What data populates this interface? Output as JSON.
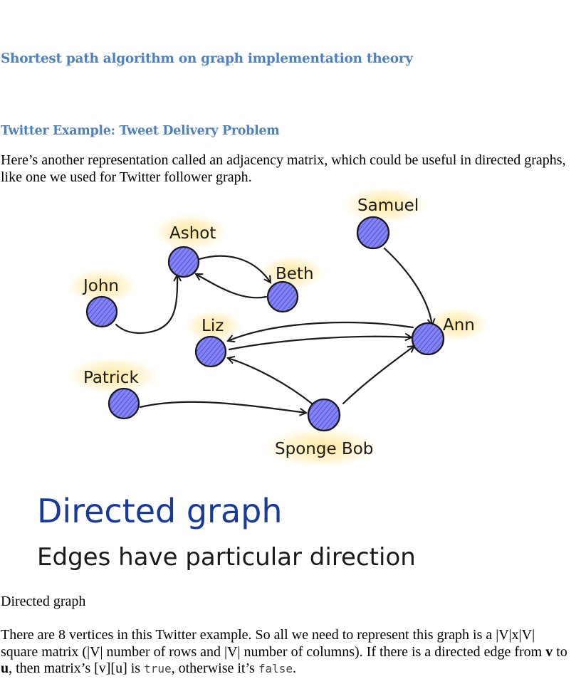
{
  "headings": {
    "main": "Shortest path algorithm on graph implementation theory",
    "section": "Twitter Example: Tweet Delivery Problem"
  },
  "intro_text": "Here’s another representation called an adjacency matrix, which could be useful in directed graphs, like one we used for Twitter follower graph.",
  "figure": {
    "title": "Directed graph",
    "subtitle": "Edges have particular direction",
    "nodes": [
      {
        "id": "ashot",
        "label": "Ashot"
      },
      {
        "id": "beth",
        "label": "Beth"
      },
      {
        "id": "john",
        "label": "John"
      },
      {
        "id": "samuel",
        "label": "Samuel"
      },
      {
        "id": "liz",
        "label": "Liz"
      },
      {
        "id": "ann",
        "label": "Ann"
      },
      {
        "id": "patrick",
        "label": "Patrick"
      },
      {
        "id": "spongebob",
        "label": "Sponge Bob"
      }
    ],
    "edges": [
      {
        "from": "john",
        "to": "ashot"
      },
      {
        "from": "ashot",
        "to": "beth"
      },
      {
        "from": "beth",
        "to": "ashot"
      },
      {
        "from": "samuel",
        "to": "ann"
      },
      {
        "from": "ann",
        "to": "liz"
      },
      {
        "from": "liz",
        "to": "ann"
      },
      {
        "from": "patrick",
        "to": "spongebob"
      },
      {
        "from": "spongebob",
        "to": "liz"
      },
      {
        "from": "spongebob",
        "to": "ann"
      }
    ],
    "colors": {
      "node_fill": "#7b7bf0",
      "node_stroke": "#1a1a1a",
      "glow": "#ffd54a",
      "title_color": "#1a3a9a",
      "edge": "#1a1a1a"
    }
  },
  "caption": "Directed graph",
  "body": {
    "t1": "There are 8 vertices in this Twitter example. So all we need to represent this graph is a |V|x|V| square matrix (|V| number of rows and |V| number of columns). If there is a directed edge from ",
    "v": "v",
    "t2": " to ",
    "u": "u",
    "t3": ", then matrix’s [v][u] is ",
    "true_code": "true",
    "t4": ", otherwise it’s ",
    "false_code": "false",
    "t5": "."
  }
}
